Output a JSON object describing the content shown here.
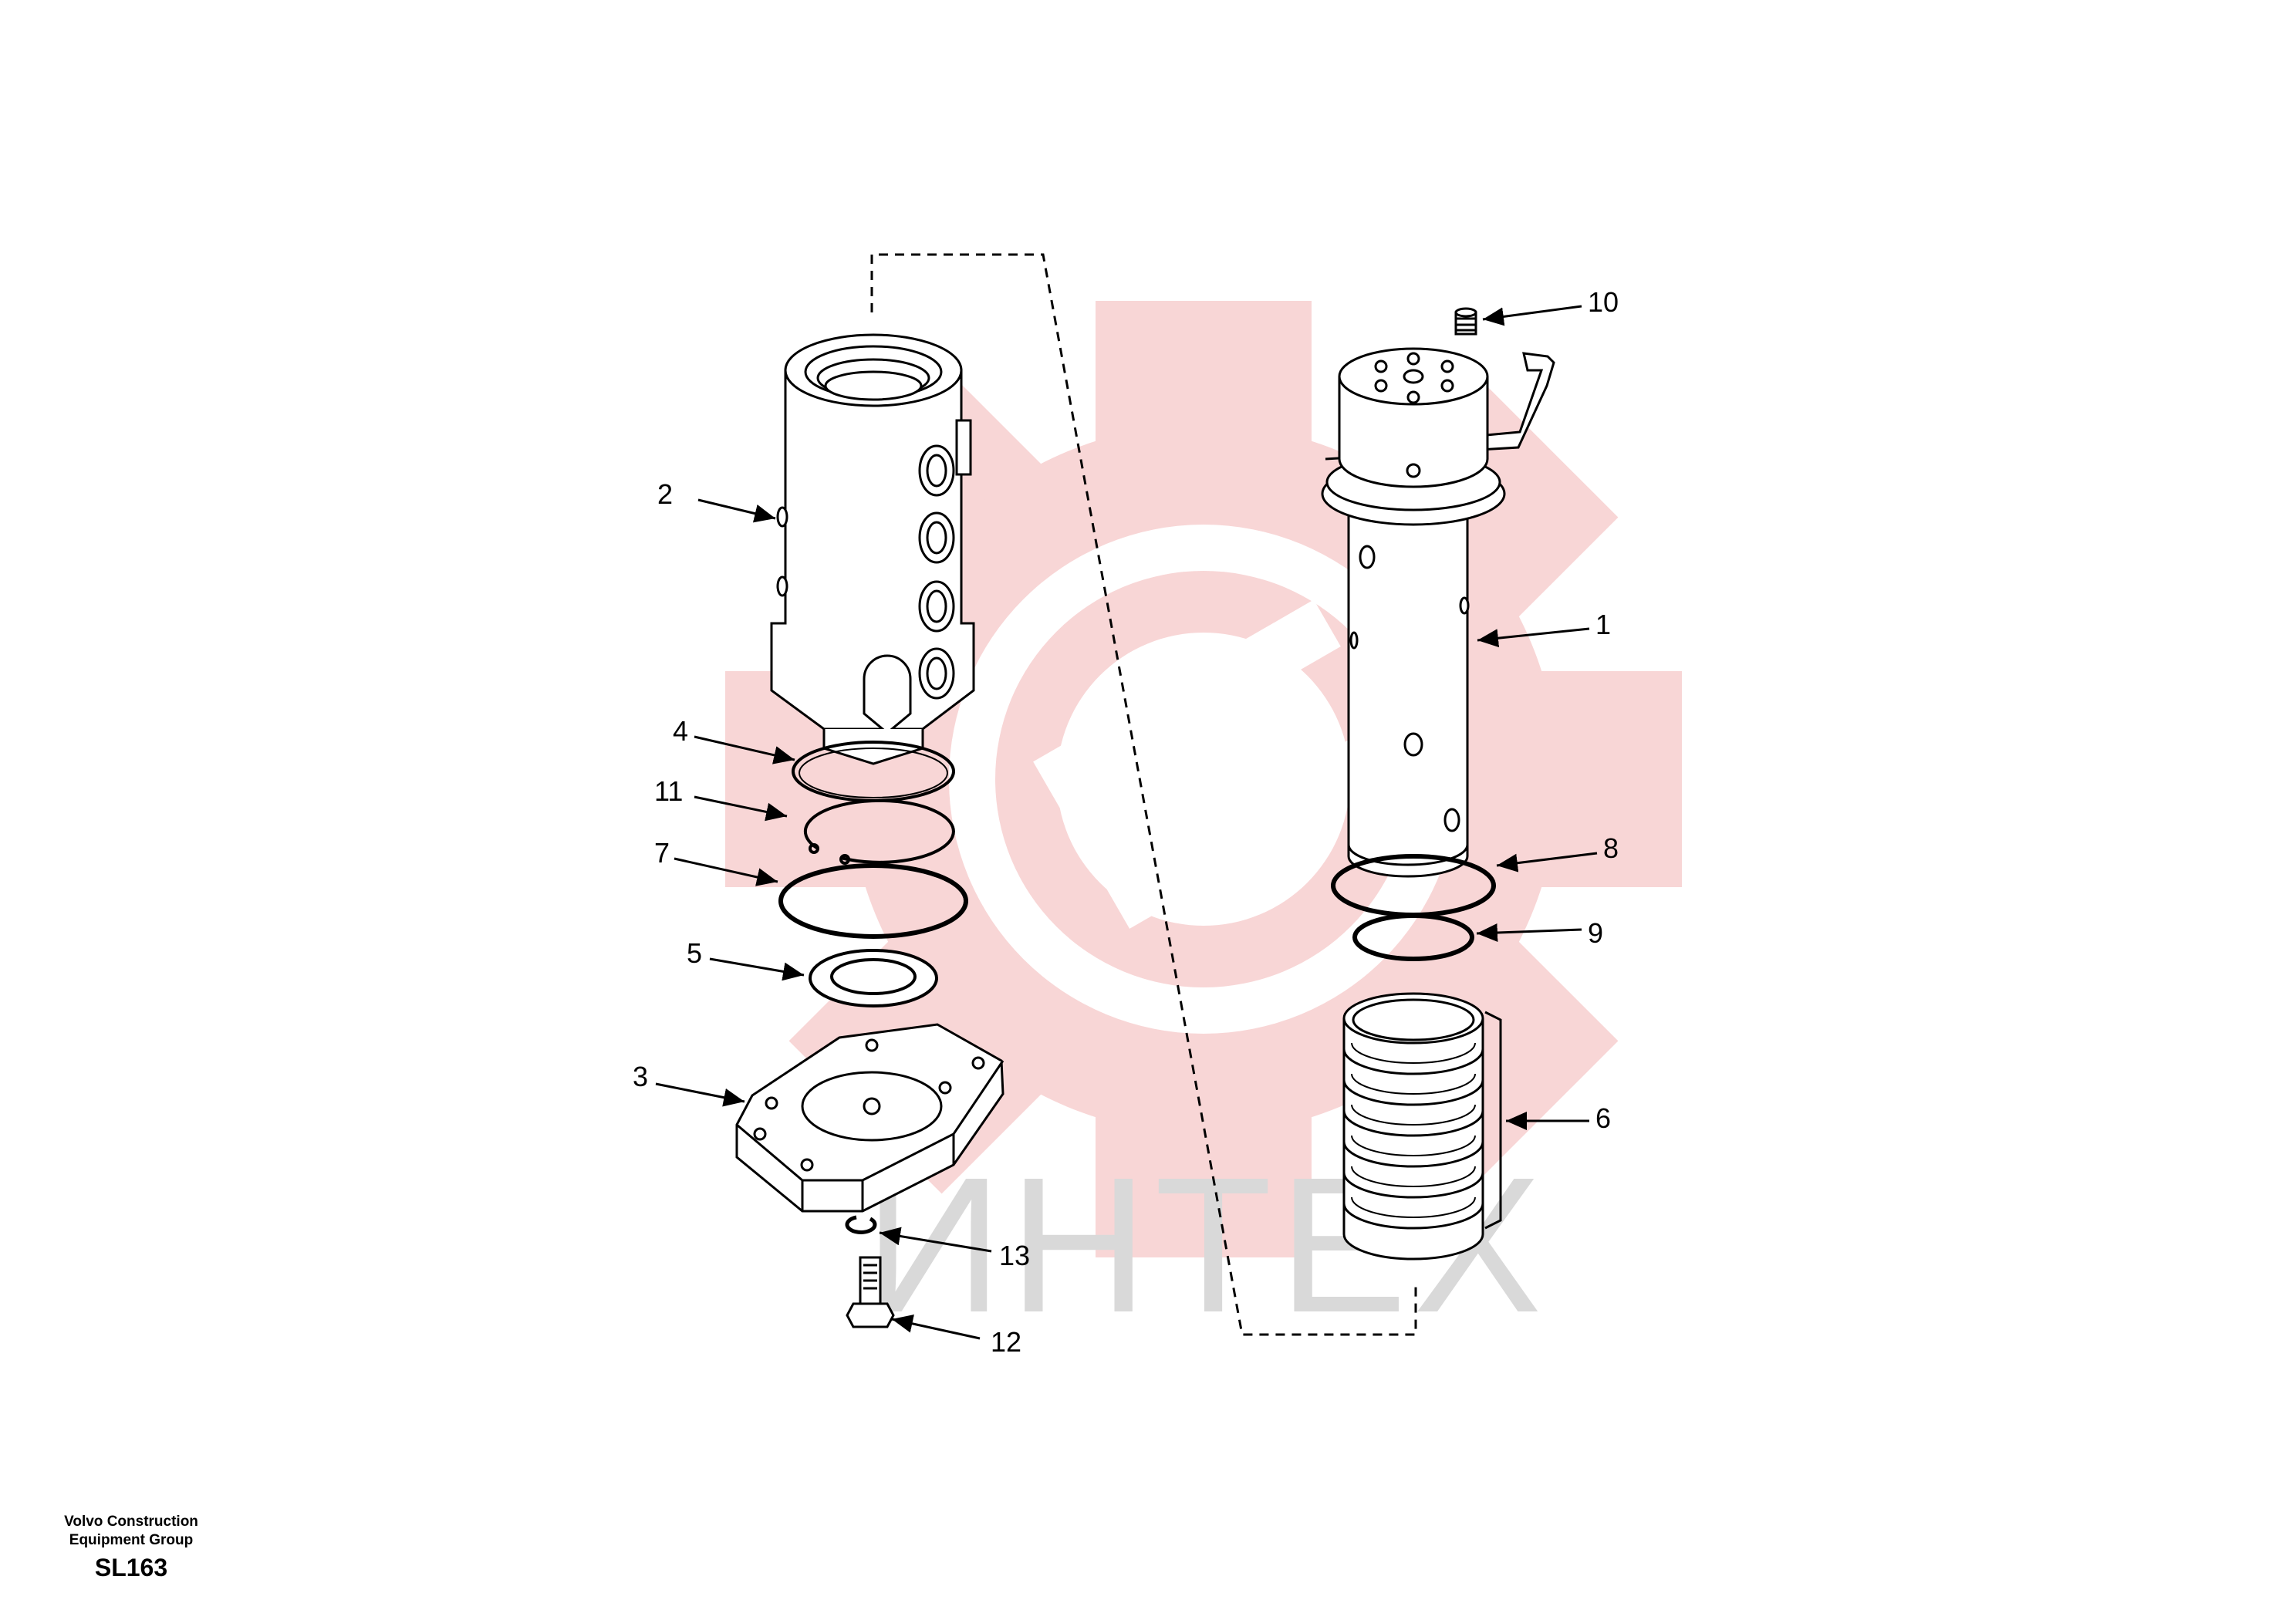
{
  "diagram": {
    "callouts": [
      {
        "id": "1",
        "label": "1"
      },
      {
        "id": "2",
        "label": "2"
      },
      {
        "id": "3",
        "label": "3"
      },
      {
        "id": "4",
        "label": "4"
      },
      {
        "id": "5",
        "label": "5"
      },
      {
        "id": "6",
        "label": "6"
      },
      {
        "id": "7",
        "label": "7"
      },
      {
        "id": "8",
        "label": "8"
      },
      {
        "id": "9",
        "label": "9"
      },
      {
        "id": "10",
        "label": "10"
      },
      {
        "id": "11",
        "label": "11"
      },
      {
        "id": "12",
        "label": "12"
      },
      {
        "id": "13",
        "label": "13"
      }
    ]
  },
  "watermark": {
    "text": "ИНТЕХ",
    "gear_color": "#f8d6d6",
    "text_color": "#d9d9d9"
  },
  "footer": {
    "company_line1": "Volvo Construction",
    "company_line2": "Equipment Group",
    "code": "SL163"
  },
  "colors": {
    "line": "#000000",
    "background": "#ffffff"
  }
}
